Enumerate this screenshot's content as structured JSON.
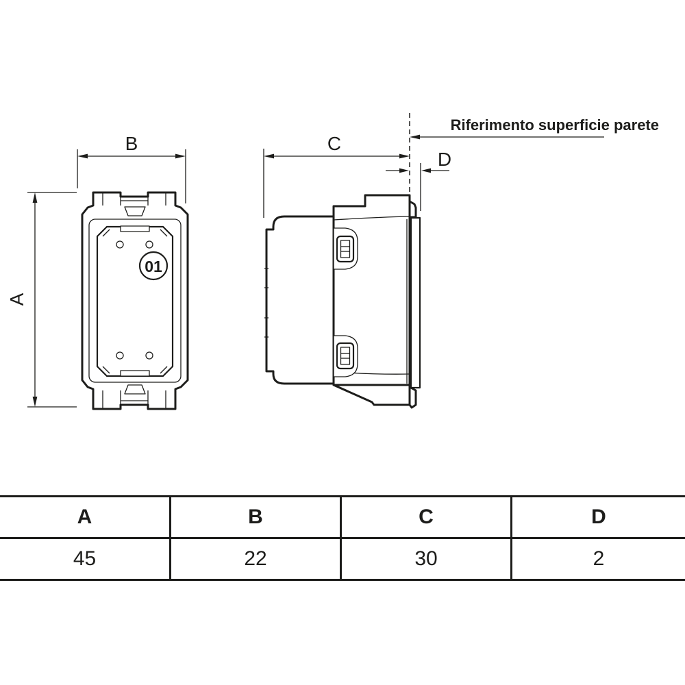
{
  "annotation": {
    "wall_reference": "Riferimento superficie parete"
  },
  "drawing": {
    "dim_a": "A",
    "dim_b": "B",
    "dim_c": "C",
    "dim_d": "D",
    "module_badge": "01"
  },
  "table": {
    "headers": [
      "A",
      "B",
      "C",
      "D"
    ],
    "values": [
      "45",
      "22",
      "30",
      "2"
    ]
  },
  "colors": {
    "line": "#1d1d1b",
    "background": "#ffffff"
  }
}
